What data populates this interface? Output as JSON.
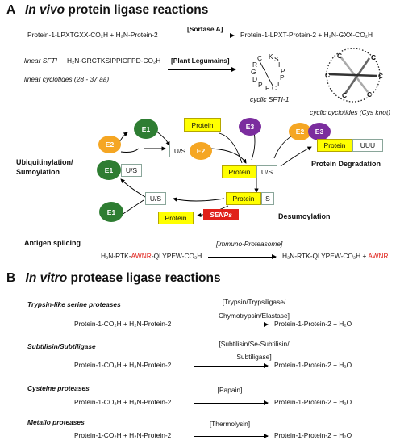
{
  "panel_a": {
    "letter": "A",
    "title_italic": "In vivo",
    "title_rest": "protein ligase reactions",
    "sortase": {
      "left": "Protein-1-LPXTGXX-CO₂H + H₂N-Protein-2",
      "condition": "[Sortase A]",
      "right": "Protein-1-LPXT-Protein-2 + H₂N-GXX-CO₂H"
    },
    "legumain": {
      "sfti_label": "linear SFTI",
      "sfti_seq": "H₂N-GRCTKSIPPICFPD-CO₂H",
      "cyclotide_label": "linear cyclotides (28 - 37 aa)",
      "condition": "[Plant Legumains]",
      "ring_letters": [
        "T",
        "K",
        "S",
        "I",
        "P",
        "P",
        "I",
        "C",
        "F",
        "P",
        "D",
        "G",
        "R",
        "C"
      ],
      "cyclic_sfti_label": "cyclic SFTI-1",
      "cyclic_cyclotides_label": "cyclic cyclotides (Cys knot)",
      "knot_letters": [
        "C",
        "C",
        "C",
        "C",
        "C",
        "C"
      ]
    },
    "ubiquitin": {
      "label_line1": "Ubiquitinylation/",
      "label_line2": "Sumoylation",
      "e1_top": "E1",
      "e2_left": "E2",
      "us_center": "U/S",
      "e2_center": "E2",
      "e1_mid": "E1",
      "us_mid": "U/S",
      "e1_bottom": "E1",
      "us_bottom": "U/S",
      "protein_top": "Protein",
      "e3_top": "E3",
      "e2_right": "E2",
      "e3_right": "E3",
      "protein_center": "Protein",
      "us_protein": "U/S",
      "protein_deg": "Protein",
      "uuu": "UUU",
      "degradation_label": "Protein Degradation",
      "protein_s": "Protein",
      "s_tag": "S",
      "protein_free": "Protein",
      "senps": "SENPs",
      "desumo_label": "Desumoylation"
    },
    "antigen": {
      "label": "Antigen splicing",
      "left_pre": "H₂N-RTK-",
      "left_red": "AWNR",
      "left_post": "-QLYPEW-CO₂H",
      "condition": "[immuno-Proteasome]",
      "right_pre": "H₂N-RTK-QLYPEW-CO₂H + ",
      "right_red": "AWNR"
    },
    "colors": {
      "e1": "#2e7d32",
      "e2": "#f5a623",
      "e3": "#7b2d9e",
      "protein": "#ffff00",
      "senps": "#e0211a",
      "highlight": "#e0211a"
    }
  },
  "panel_b": {
    "letter": "B",
    "title_italic": "In vitro",
    "title_rest": "protease ligase reactions",
    "sections": [
      {
        "name": "Trypsin-like serine proteases",
        "left": "Protein-1-CO₂H + H₂N-Protein-2",
        "cond1": "[Trypsin/Trypsiligase/",
        "cond2": "Chymotrypsin/Elastase]",
        "right": "Protein-1-Protein-2 + H₂O"
      },
      {
        "name": "Subtilisin/Subtiligase",
        "left": "Protein-1-CO₂H + H₂N-Protein-2",
        "cond1": "[Subtilisin/Se-Subtilisin/",
        "cond2": "Subtiligase]",
        "right": "Protein-1-Protein-2 + H₂O"
      },
      {
        "name": "Cysteine proteases",
        "left": "Protein-1-CO₂H + H₂N-Protein-2",
        "cond1": "[Papain]",
        "cond2": "",
        "right": "Protein-1-Protein-2 + H₂O"
      },
      {
        "name": "Metallo proteases",
        "left": "Protein-1-CO₂H + H₂N-Protein-2",
        "cond1": "[Thermolysin]",
        "cond2": "",
        "right": "Protein-1-Protein-2 + H₂O"
      }
    ]
  }
}
